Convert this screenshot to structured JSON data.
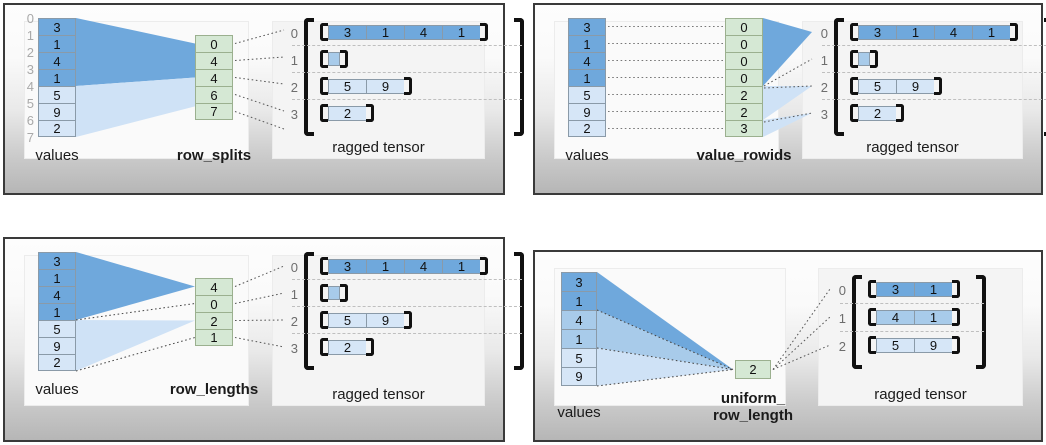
{
  "figure": {
    "title": "",
    "common": {
      "values_caption": "values",
      "ragged_caption": "ragged tensor"
    },
    "colors": {
      "value_dark_blue": "#6fa8dc",
      "value_mid_blue": "#a8cbea",
      "value_light_blue": "#d6e6f7",
      "encoding_green": "#d5e8d4",
      "cell_border": "#8a9aa8",
      "fan_dark": "#6fa8dc",
      "fan_light": "#cfe2f6",
      "panel_border": "#3a3a3a",
      "index_gray": "#a9a9a9",
      "row_index_gray": "#6d6d6d",
      "bracket_black": "#111111",
      "dashed_gray": "#bfbfbf"
    }
  },
  "panels": [
    {
      "id": "row-splits",
      "encoding_caption": "row_splits",
      "values_caption": "values",
      "ragged_caption": "ragged tensor",
      "values": [
        "3",
        "1",
        "4",
        "1",
        "5",
        "9",
        "2"
      ],
      "value_shades": [
        "dark",
        "dark",
        "dark",
        "dark",
        "light",
        "light",
        "light"
      ],
      "split_indices": [
        "0",
        "1",
        "2",
        "3",
        "4",
        "5",
        "6",
        "7"
      ],
      "encoding_values": [
        "0",
        "4",
        "4",
        "6",
        "7"
      ],
      "row_indices": [
        "0",
        "1",
        "2",
        "3"
      ],
      "ragged_rows": [
        {
          "index": "0",
          "cells": [
            "3",
            "1",
            "4",
            "1"
          ],
          "shade": "dark"
        },
        {
          "index": "1",
          "cells": [],
          "shade": "light"
        },
        {
          "index": "2",
          "cells": [
            "5",
            "9"
          ],
          "shade": "light"
        },
        {
          "index": "3",
          "cells": [
            "2"
          ],
          "shade": "light"
        }
      ]
    },
    {
      "id": "value-rowids",
      "encoding_caption": "value_rowids",
      "values_caption": "values",
      "ragged_caption": "ragged tensor",
      "values": [
        "3",
        "1",
        "4",
        "1",
        "5",
        "9",
        "2"
      ],
      "value_shades": [
        "dark",
        "dark",
        "dark",
        "dark",
        "light",
        "light",
        "light"
      ],
      "encoding_values": [
        "0",
        "0",
        "0",
        "0",
        "2",
        "2",
        "3"
      ],
      "row_indices": [
        "0",
        "1",
        "2",
        "3"
      ],
      "ragged_rows": [
        {
          "index": "0",
          "cells": [
            "3",
            "1",
            "4",
            "1"
          ],
          "shade": "dark"
        },
        {
          "index": "1",
          "cells": [],
          "shade": "light"
        },
        {
          "index": "2",
          "cells": [
            "5",
            "9"
          ],
          "shade": "light"
        },
        {
          "index": "3",
          "cells": [
            "2"
          ],
          "shade": "light"
        }
      ]
    },
    {
      "id": "row-lengths",
      "encoding_caption": "row_lengths",
      "values_caption": "values",
      "ragged_caption": "ragged tensor",
      "values": [
        "3",
        "1",
        "4",
        "1",
        "5",
        "9",
        "2"
      ],
      "value_shades": [
        "dark",
        "dark",
        "dark",
        "dark",
        "light",
        "light",
        "light"
      ],
      "encoding_values": [
        "4",
        "0",
        "2",
        "1"
      ],
      "row_indices": [
        "0",
        "1",
        "2",
        "3"
      ],
      "ragged_rows": [
        {
          "index": "0",
          "cells": [
            "3",
            "1",
            "4",
            "1"
          ],
          "shade": "dark"
        },
        {
          "index": "1",
          "cells": [],
          "shade": "light"
        },
        {
          "index": "2",
          "cells": [
            "5",
            "9"
          ],
          "shade": "light"
        },
        {
          "index": "3",
          "cells": [
            "2"
          ],
          "shade": "light"
        }
      ]
    },
    {
      "id": "uniform-row-length",
      "encoding_caption": "uniform_\nrow_length",
      "values_caption": "values",
      "ragged_caption": "ragged tensor",
      "values": [
        "3",
        "1",
        "4",
        "1",
        "5",
        "9"
      ],
      "value_shades": [
        "dark",
        "dark",
        "mid",
        "mid",
        "light",
        "light"
      ],
      "encoding_values": [
        "2"
      ],
      "row_indices": [
        "0",
        "1",
        "2"
      ],
      "ragged_rows": [
        {
          "index": "0",
          "cells": [
            "3",
            "1"
          ],
          "shade": "dark"
        },
        {
          "index": "1",
          "cells": [
            "4",
            "1"
          ],
          "shade": "mid"
        },
        {
          "index": "2",
          "cells": [
            "5",
            "9"
          ],
          "shade": "light"
        }
      ]
    }
  ]
}
